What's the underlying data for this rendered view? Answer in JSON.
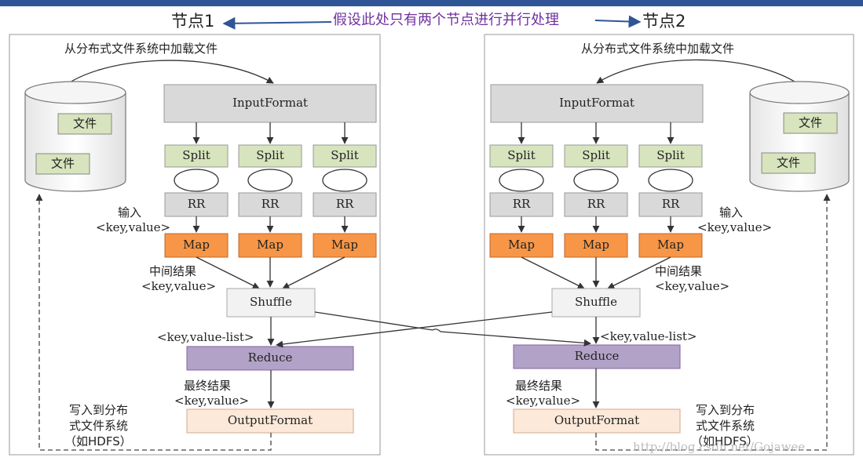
{
  "header": {
    "node1": "节点1",
    "node2": "节点2",
    "note": "假设此处只有两个节点进行并行处理"
  },
  "node1": {
    "load": "从分布式文件系统中加载文件",
    "file_a": "文件",
    "file_b": "文件",
    "input_format": "InputFormat",
    "splits": [
      "Split",
      "Split",
      "Split"
    ],
    "rrs": [
      "RR",
      "RR",
      "RR"
    ],
    "maps": [
      "Map",
      "Map",
      "Map"
    ],
    "input_label": "输入",
    "input_kv": "<key,value>",
    "mid_label": "中间结果",
    "mid_kv": "<key,value>",
    "shuffle": "Shuffle",
    "list_kv": "<key,value-list>",
    "reduce": "Reduce",
    "final_label": "最终结果",
    "final_kv": "<key,value>",
    "output_format": "OutputFormat",
    "write1": "写入到分布",
    "write2": "式文件系统",
    "write3": "（如HDFS）"
  },
  "node2": {
    "load": "从分布式文件系统中加载文件",
    "file_a": "文件",
    "file_b": "文件",
    "input_format": "InputFormat",
    "splits": [
      "Split",
      "Split",
      "Split"
    ],
    "rrs": [
      "RR",
      "RR",
      "RR"
    ],
    "maps": [
      "Map",
      "Map",
      "Map"
    ],
    "input_label": "输入",
    "input_kv": "<key,value>",
    "mid_label": "中间结果",
    "mid_kv": "<key,value>",
    "shuffle": "Shuffle",
    "list_kv": "<key,value-list>",
    "reduce": "Reduce",
    "final_label": "最终结果",
    "final_kv": "<key,value>",
    "output_format": "OutputFormat",
    "write1": "写入到分布",
    "write2": "式文件系统",
    "write3": "（如HDFS）"
  },
  "watermark": "http://blog.csdn.net/Gojawee",
  "colors": {
    "input_format": "#d9d9d9",
    "split": "#d7e4bd",
    "rr": "#d9d9d9",
    "map": "#f79646",
    "shuffle": "#f2f2f2",
    "reduce": "#b3a2c7",
    "output_format": "#fde9d9",
    "note": "#7030a0",
    "arrow_blue": "#2f5597"
  }
}
